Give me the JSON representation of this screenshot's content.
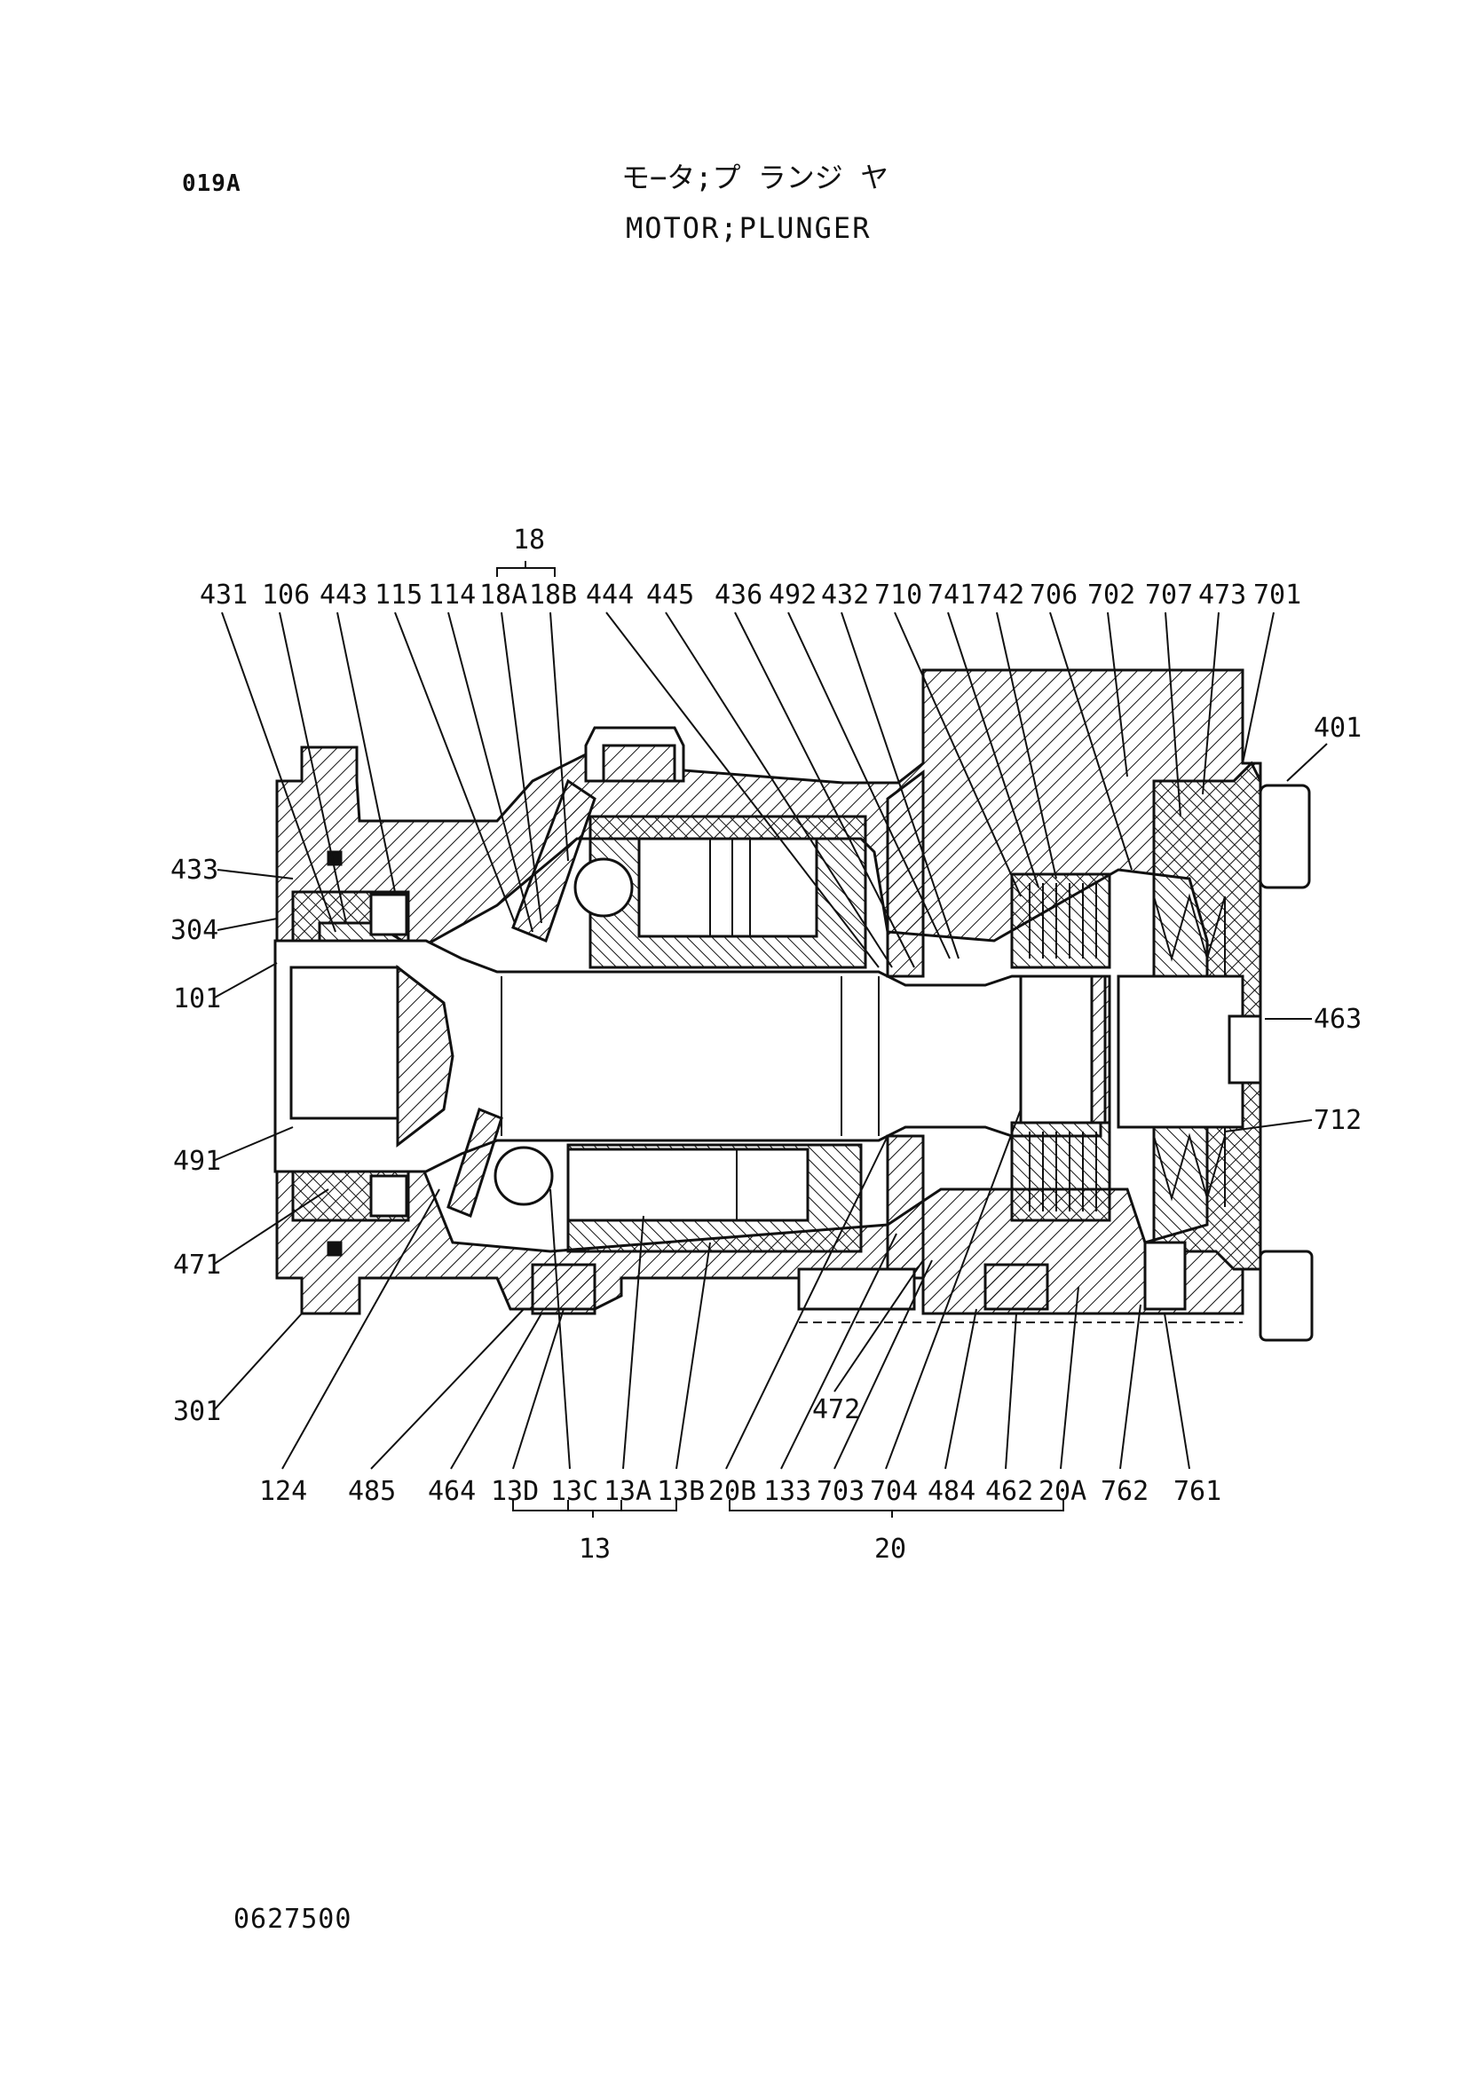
{
  "header": {
    "page_code": "019A",
    "title_jp": "モ−タ;プ ランジ ヤ",
    "title_en": "MOTOR;PLUNGER"
  },
  "footer": {
    "drawing_number": "0627500"
  },
  "diagram": {
    "group_labels": {
      "top_group": "18",
      "bottom_group_left": "13",
      "bottom_group_right": "20"
    },
    "top_labels": [
      "431",
      "106",
      "443",
      "115",
      "114",
      "18A",
      "18B",
      "444",
      "445",
      "436",
      "492",
      "432",
      "710",
      "741",
      "742",
      "706",
      "702",
      "707",
      "473",
      "701"
    ],
    "left_labels": [
      "433",
      "304",
      "101",
      "491",
      "471",
      "301"
    ],
    "right_labels": [
      "401",
      "463",
      "712"
    ],
    "bottom_labels": [
      "124",
      "485",
      "464",
      "13D",
      "13C",
      "13A",
      "13B",
      "20B",
      "133",
      "703",
      "704",
      "484",
      "462",
      "20A",
      "762",
      "761"
    ],
    "inner_labels": [
      "472"
    ]
  }
}
